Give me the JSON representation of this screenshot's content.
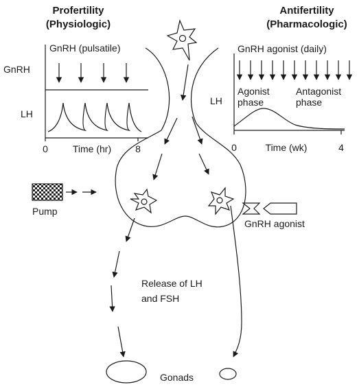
{
  "left_panel": {
    "title_line1": "Profertility",
    "title_line2": "(Physiologic)",
    "series_title": "GnRH (pulsatile)",
    "row_gnrh_label": "GnRH",
    "row_lh_label": "LH",
    "axis_min": "0",
    "axis_max": "8",
    "axis_label": "Time (hr)"
  },
  "right_panel": {
    "title_line1": "Antifertility",
    "title_line2": "(Pharmacologic)",
    "series_title": "GnRH agonist (daily)",
    "row_lh_label": "LH",
    "agonist_phase_line1": "Agonist",
    "agonist_phase_line2": "phase",
    "antagonist_phase_line1": "Antagonist",
    "antagonist_phase_line2": "phase",
    "axis_min": "0",
    "axis_max": "4",
    "axis_label": "Time (wk)"
  },
  "pump_label": "Pump",
  "agonist_label": "GnRH agonist",
  "release_line1": "Release of LH",
  "release_line2": "and FSH",
  "gonads_label": "Gonads"
}
